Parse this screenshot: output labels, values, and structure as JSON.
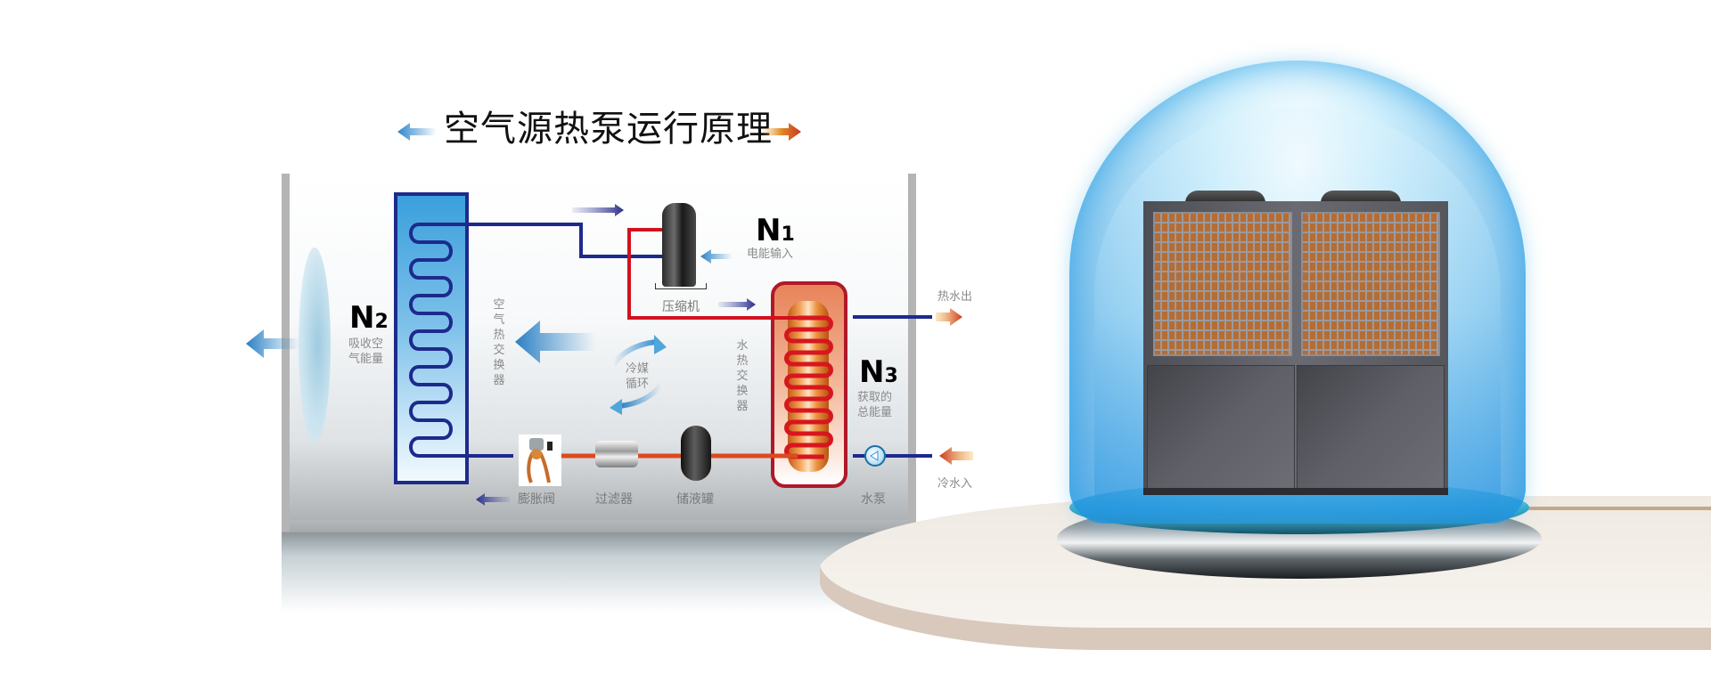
{
  "title": {
    "text": "空气源热泵运行原理",
    "left_arrow_color": "#3a8fd0",
    "right_arrow_color": "#c8361f"
  },
  "nodes": {
    "n1": {
      "letter": "N",
      "index": "1",
      "caption": "电能输入"
    },
    "n2": {
      "letter": "N",
      "index": "2",
      "caption_lines": [
        "吸收空",
        "气能量"
      ]
    },
    "n3": {
      "letter": "N",
      "index": "3",
      "caption_lines": [
        "获取的",
        "总能量"
      ]
    }
  },
  "exchangers": {
    "air": {
      "label": "空气热交换器"
    },
    "water": {
      "label": "水热交换器"
    }
  },
  "refrigerant_cycle": {
    "label_lines": [
      "冷媒",
      "循环"
    ]
  },
  "components": {
    "compressor": "压缩机",
    "expansion_valve": "膨胀阀",
    "filter": "过滤器",
    "receiver": "储液罐",
    "water_pump": "水泵"
  },
  "water_flow": {
    "hot_out": "热水出",
    "cold_in": "冷水入"
  },
  "colors": {
    "cold_pipe": "#1d2a8c",
    "hot_pipe": "#d0121e",
    "liquid_pipe": "#dc4a1f",
    "air_hx_border": "#1d2a8c",
    "water_hx_border": "#b0182a"
  }
}
